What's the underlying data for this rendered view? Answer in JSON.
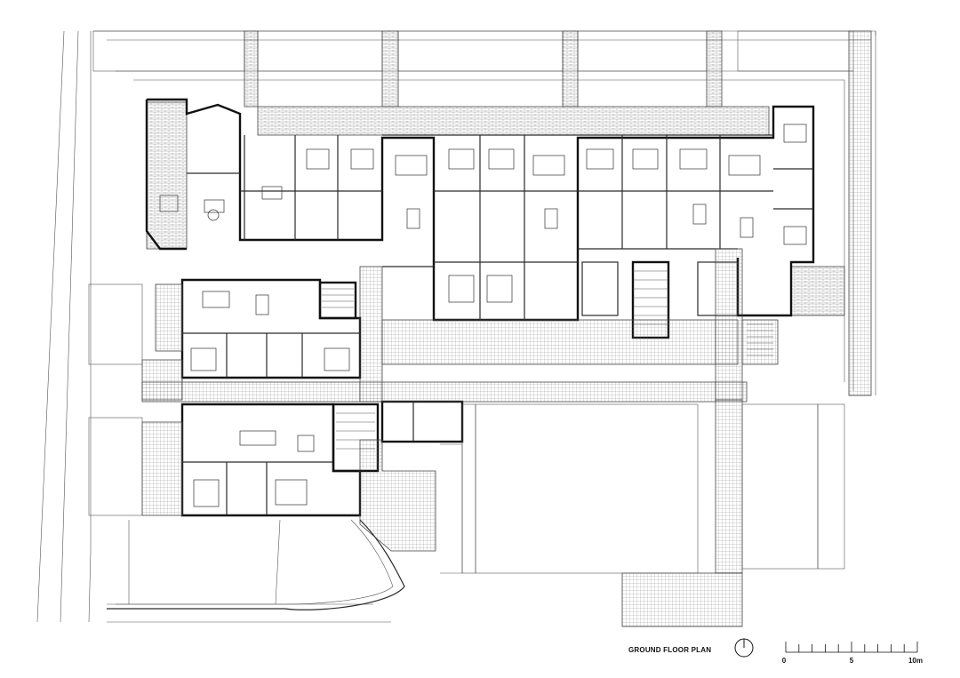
{
  "drawing": {
    "title": "GROUND FLOOR PLAN"
  },
  "scale_bar": {
    "labels": [
      "0",
      "5",
      "10m"
    ],
    "tick_count": 11
  },
  "north_arrow": {
    "icon": "north-arrow-icon"
  }
}
